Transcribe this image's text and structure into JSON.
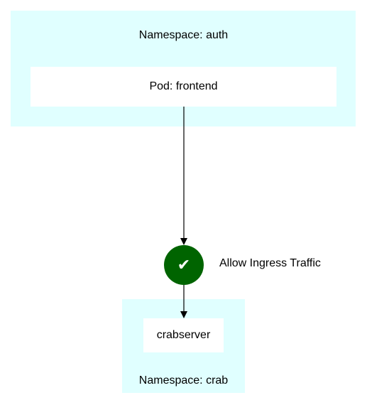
{
  "colors": {
    "namespace_fill": "#e0ffff",
    "pod_fill": "#ffffff",
    "policy_fill": "#006400",
    "edge": "#000000"
  },
  "namespaces": {
    "source": {
      "label": "Namespace: auth"
    },
    "target": {
      "label": "Namespace: crab"
    }
  },
  "pods": {
    "source": {
      "label": "Pod: frontend"
    },
    "target": {
      "label": "crabserver"
    }
  },
  "policy": {
    "icon": "check-icon",
    "symbol": "✔",
    "label": "Allow Ingress Traffic"
  }
}
